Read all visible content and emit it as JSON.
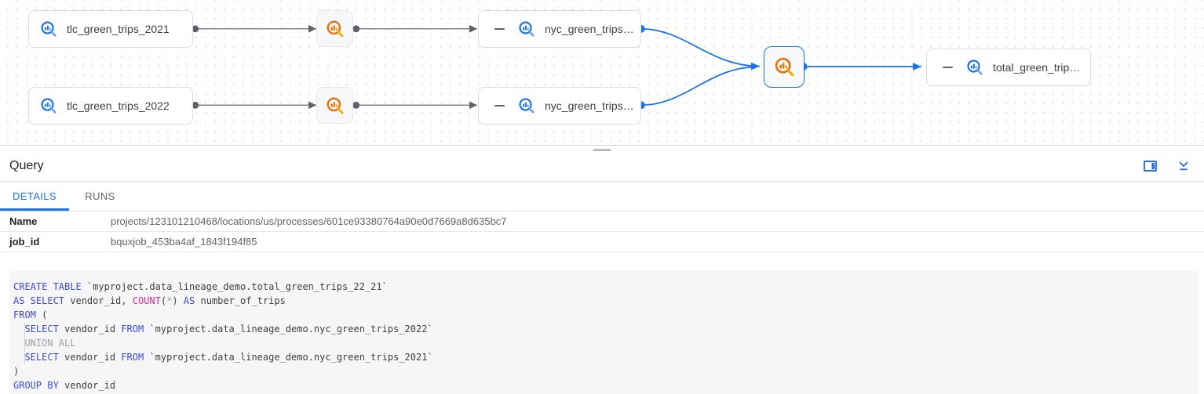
{
  "graph": {
    "nodes": [
      {
        "label": "tlc_green_trips_2021",
        "type": "table",
        "icon": "bigquery-table-icon"
      },
      {
        "label": "tlc_green_trips_2022",
        "type": "table",
        "icon": "bigquery-table-icon"
      },
      {
        "label": "nyc_green_trips…",
        "type": "table",
        "icon": "bigquery-table-icon",
        "collapse_control": "minus"
      },
      {
        "label": "nyc_green_trips…",
        "type": "table",
        "icon": "bigquery-table-icon",
        "collapse_control": "minus"
      },
      {
        "label": "",
        "type": "process",
        "icon": "bigquery-query-icon"
      },
      {
        "label": "",
        "type": "process",
        "icon": "bigquery-query-icon"
      },
      {
        "label": "",
        "type": "process-selected",
        "icon": "bigquery-query-icon"
      },
      {
        "label": "total_green_trip…",
        "type": "table",
        "icon": "bigquery-table-icon",
        "collapse_control": "minus"
      }
    ]
  },
  "panel": {
    "title": "Query",
    "actions": [
      {
        "icon": "open-side-panel-icon"
      },
      {
        "icon": "collapse-panel-icon"
      }
    ],
    "tabs": [
      {
        "label": "DETAILS",
        "active": true
      },
      {
        "label": "RUNS",
        "active": false
      }
    ],
    "details": [
      {
        "label": "Name",
        "value": "projects/123101210468/locations/us/processes/601ce93380764a90e0d7669a8d635bc7"
      },
      {
        "label": "job_id",
        "value": "bquxjob_453ba4af_1843f194f85"
      }
    ]
  },
  "code": {
    "language": "sql",
    "lines": [
      [
        {
          "c": "kw",
          "t": "CREATE TABLE "
        },
        {
          "c": "id",
          "t": "`myproject.data_lineage_demo.total_green_trips_22_21`"
        }
      ],
      [
        {
          "c": "kw",
          "t": "AS SELECT "
        },
        {
          "c": "id",
          "t": "vendor_id, "
        },
        {
          "c": "fn",
          "t": "COUNT"
        },
        {
          "c": "id",
          "t": "("
        },
        {
          "c": "cm",
          "t": "*"
        },
        {
          "c": "id",
          "t": ") "
        },
        {
          "c": "kw",
          "t": "AS "
        },
        {
          "c": "id",
          "t": "number_of_trips"
        }
      ],
      [
        {
          "c": "kw",
          "t": "FROM "
        },
        {
          "c": "id",
          "t": "("
        }
      ],
      [
        {
          "c": "id",
          "t": "  "
        },
        {
          "c": "kw",
          "t": "SELECT "
        },
        {
          "c": "id",
          "t": "vendor_id "
        },
        {
          "c": "kw",
          "t": "FROM "
        },
        {
          "c": "id",
          "t": "`myproject.data_lineage_demo.nyc_green_trips_2022`"
        }
      ],
      [
        {
          "c": "id",
          "t": "  "
        },
        {
          "c": "cm",
          "t": "UNION ALL"
        }
      ],
      [
        {
          "c": "id",
          "t": "  "
        },
        {
          "c": "kw",
          "t": "SELECT "
        },
        {
          "c": "id",
          "t": "vendor_id "
        },
        {
          "c": "kw",
          "t": "FROM "
        },
        {
          "c": "id",
          "t": "`myproject.data_lineage_demo.nyc_green_trips_2021`"
        }
      ],
      [
        {
          "c": "id",
          "t": ")"
        }
      ],
      [
        {
          "c": "kw",
          "t": "GROUP BY "
        },
        {
          "c": "id",
          "t": "vendor_id"
        }
      ]
    ]
  },
  "colors": {
    "accent_blue": "#1a73e8",
    "table_icon_blue": "#1a73e8",
    "table_icon_blue_light": "#669df6",
    "process_icon_orange": "#e8710a",
    "process_icon_orange_light": "#f9ab00",
    "edge_gray": "#80868b",
    "keyword_blue": "#3b4bd8",
    "function_pink": "#c2309f",
    "comment_gray": "#9aa0a6"
  }
}
